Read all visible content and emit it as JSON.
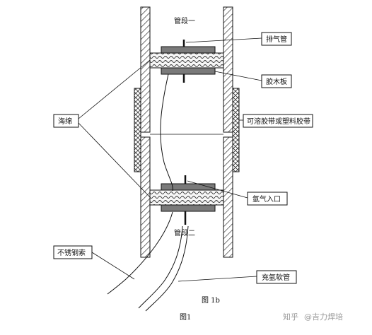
{
  "diagram": {
    "pipe_top_label": "管段一",
    "pipe_bottom_label": "管段二",
    "callouts": {
      "exhaust_pipe": "排气管",
      "rubber_board": "胶木板",
      "tape": "可溶胶带或塑料胶带",
      "sponge": "海绵",
      "argon_inlet": "氩气入口",
      "steel_cable": "不锈钢索",
      "argon_hose": "充氩软管"
    },
    "figure_caption_inner": "图 1b",
    "figure_caption": "图1"
  },
  "watermark": {
    "site": "知乎",
    "author": "@吉力焊培"
  },
  "colors": {
    "line": "#111111",
    "board": "#7a7a7a",
    "hatch": "#333333"
  }
}
